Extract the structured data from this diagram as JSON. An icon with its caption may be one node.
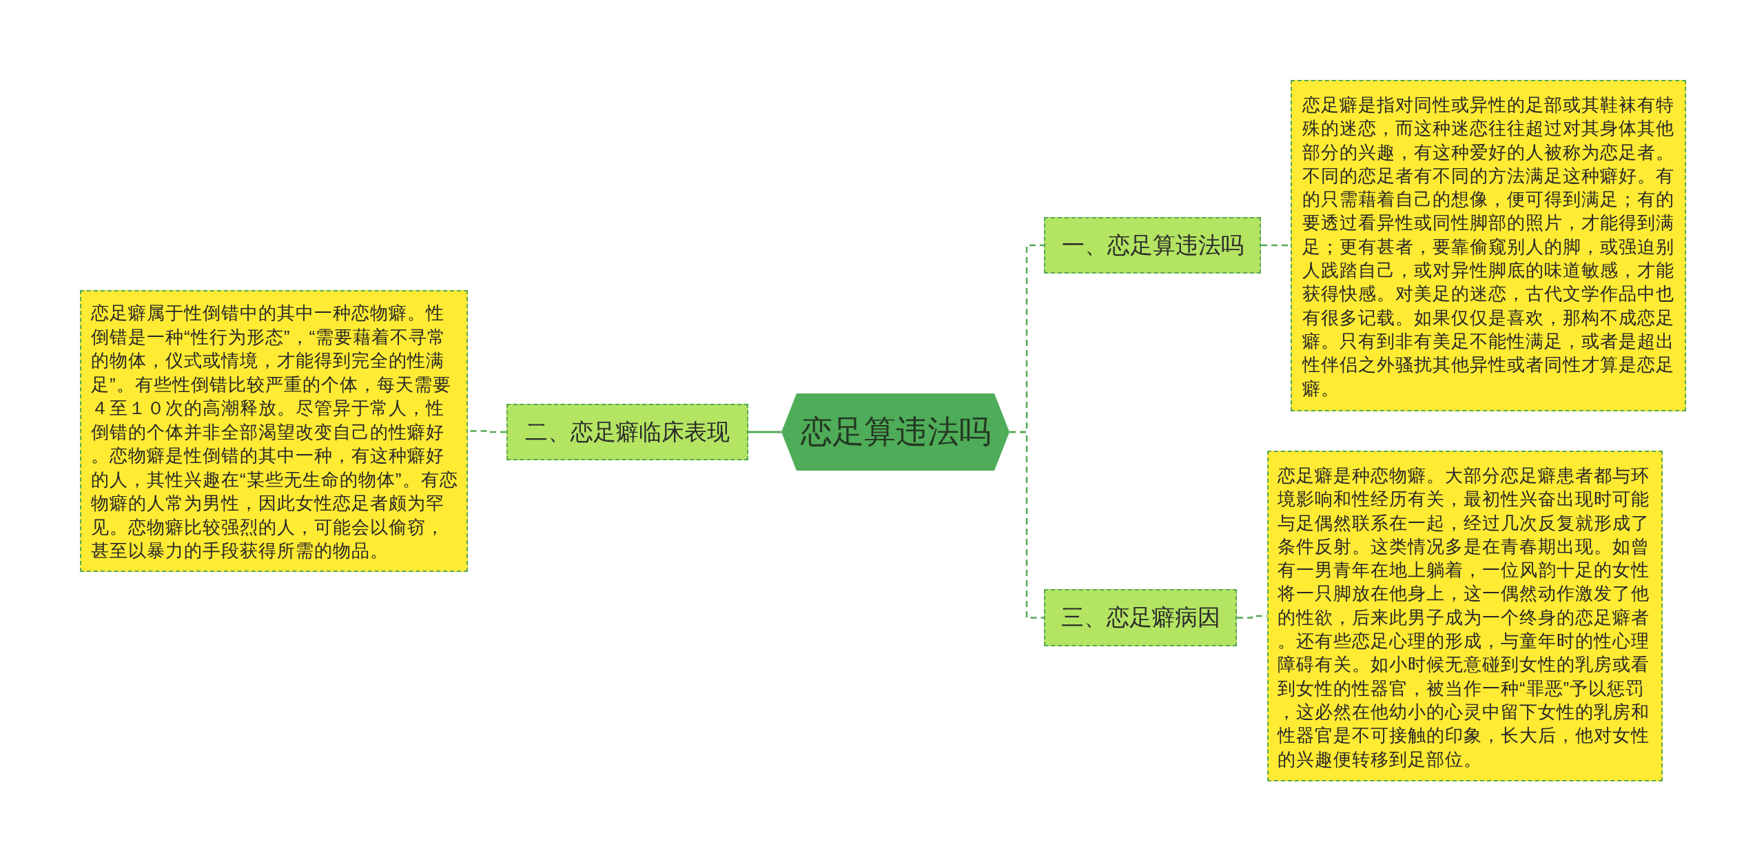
{
  "diagram": {
    "nodes": [
      {
        "text": [
          "恋足算违法吗"
        ]
      },
      {
        "text": [
          "一、恋足算违法吗"
        ]
      },
      {
        "text": [
          "恋足癖是指对同性或异性的足部或其鞋袜有特殊的迷恋，而这种迷恋往往超过对其身体其他部分的兴趣，有这种爱好的人被称为恋足者。不同的恋足者有不同的方法满足这种癖好。有的只需藉着自己的想像，便可得到满足；有的要透过看异性或同性脚部的照片，才能得到满足；更有甚者，要靠偷窥别人的脚，或强迫别人践踏自己，或对异性脚底的味道敏感，才能获得快感。对美足的迷恋，古代文学作品中也有很多记载。如果仅仅是喜欢，那构不成恋足癖。只有到非有美足不能性满足，或者是超出性伴侣之外骚扰其他异性或者同性才算是恋足癖。"
        ]
      },
      {
        "text": [
          "二、恋足癖临床表现"
        ]
      },
      {
        "text": [
          "恋足癖属于性倒错中的其中一种恋物癖。性倒错是一种“性行为形态”，“需要藉着不寻常的物体，仪式或情境，才能得到完全的性满足”。有些性倒错比较严重的个体，每天需要４至１０次的高潮释放。尽管异于常人，性倒错的个体并非全部渴望改变自己的性癖好。恋物癖是性倒错的其中一种，有这种癖好的人，其性兴趣在“某些无生命的物体”。有恋物癖的人常为男性，因此女性恋足者颇为罕见。恋物癖比较强烈的人，可能会以偷窃，甚至以暴力的手段获得所需的物品。"
        ]
      },
      {
        "text": [
          "三、恋足癖病因"
        ]
      },
      {
        "text": [
          "恋足癖是种恋物癖。大部分恋足癖患者都与环境影响和性经历有关，最初性兴奋出现时可能与足偶然联系在一起，经过几次反复就形成了条件反射。这类情况多是在青春期出现。如曾有一男青年在地上躺着，一位风韵十足的女性将一只脚放在他身上，这一偶然动作激发了他的性欲，后来此男子成为一个终身的恋足癖者。还有些恋足心理的形成，与童年时的性心理障碍有关。如小时候无意碰到女性的乳房或看到女性的性器官，被当作一种“罪恶”予以惩罚，这必然在他幼小的心灵中留下女性的乳房和性器官是不可接触的印象，长大后，他对女性的兴趣便转移到足部位。"
        ]
      }
    ],
    "edges": [
      {
        "from": 0,
        "to": 1,
        "arrow": "none",
        "style": "dashed"
      },
      {
        "from": 1,
        "to": 2,
        "arrow": "none",
        "style": "dashed"
      },
      {
        "from": 0,
        "to": 3,
        "arrow": "none"
      },
      {
        "from": 3,
        "to": 4,
        "arrow": "none",
        "style": "dashed"
      },
      {
        "from": 0,
        "to": 5,
        "arrow": "none",
        "style": "dashed"
      },
      {
        "from": 5,
        "to": 6,
        "arrow": "none",
        "style": "dashed"
      }
    ]
  }
}
